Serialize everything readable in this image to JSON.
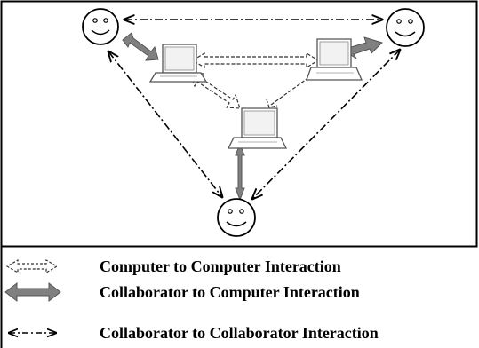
{
  "legend": {
    "computer_to_computer": "Computer to Computer Interaction",
    "collaborator_to_computer": "Collaborator to Computer Interaction",
    "collaborator_to_collaborator": "Collaborator to Collaborator Interaction"
  },
  "colors": {
    "frame": "#000000",
    "thick_arrow": "#808080",
    "outline": "#555555",
    "face_fill": "#ffffff"
  },
  "nodes": {
    "collaborators": [
      "collaborator-top-left",
      "collaborator-top-right",
      "collaborator-bottom"
    ],
    "computers": [
      "computer-left",
      "computer-right",
      "computer-center"
    ]
  }
}
